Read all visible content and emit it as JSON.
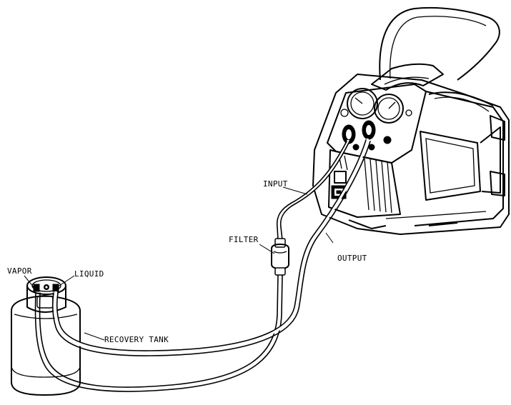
{
  "labels": {
    "input": "INPUT",
    "filter": "FILTER",
    "output": "OUTPUT",
    "vapor": "VAPOR",
    "liquid": "LIQUID",
    "recovery_tank": "RECOVERY TANK"
  }
}
